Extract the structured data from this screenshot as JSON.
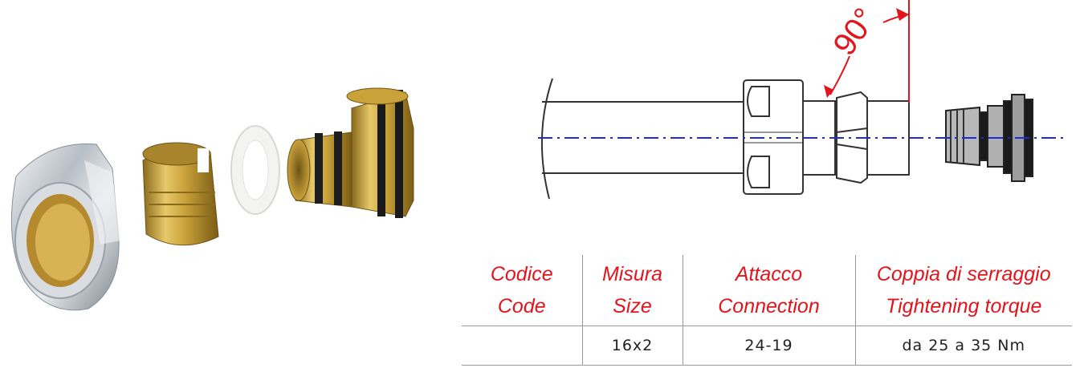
{
  "drawing": {
    "angle_label": "90°"
  },
  "table": {
    "headers": [
      {
        "line1": "Codice",
        "line2": "Code"
      },
      {
        "line1": "Misura",
        "line2": "Size"
      },
      {
        "line1": "Attacco",
        "line2": "Connection"
      },
      {
        "line1": "Coppia di serraggio",
        "line2": "Tightening torque"
      }
    ],
    "rows": [
      {
        "code": "",
        "size": "16x2",
        "connection": "24-19",
        "torque": "da 25 a 35 Nm"
      }
    ]
  },
  "colors": {
    "accent_red": "#e3141b",
    "axis_blue": "#1f2bd6",
    "brass": "#c9a23a",
    "chrome": "#c7ccd2"
  }
}
